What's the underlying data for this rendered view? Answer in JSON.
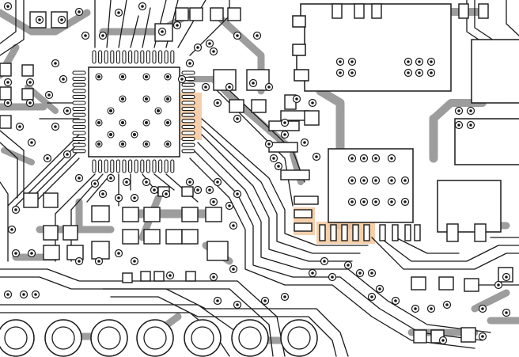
{
  "view": {
    "kind": "pcb-layout-render",
    "colors": {
      "background": "#ffffff",
      "copper_outline": "#1a1a1a",
      "bottom_trace": "#9a9a9a",
      "highlight": "#f3c79c"
    },
    "components": {
      "main_ic": "qfn-ic",
      "relay_top": "relay-package",
      "relay_bottom": "relay-package",
      "connector_row": "round-terminal-pads"
    }
  }
}
